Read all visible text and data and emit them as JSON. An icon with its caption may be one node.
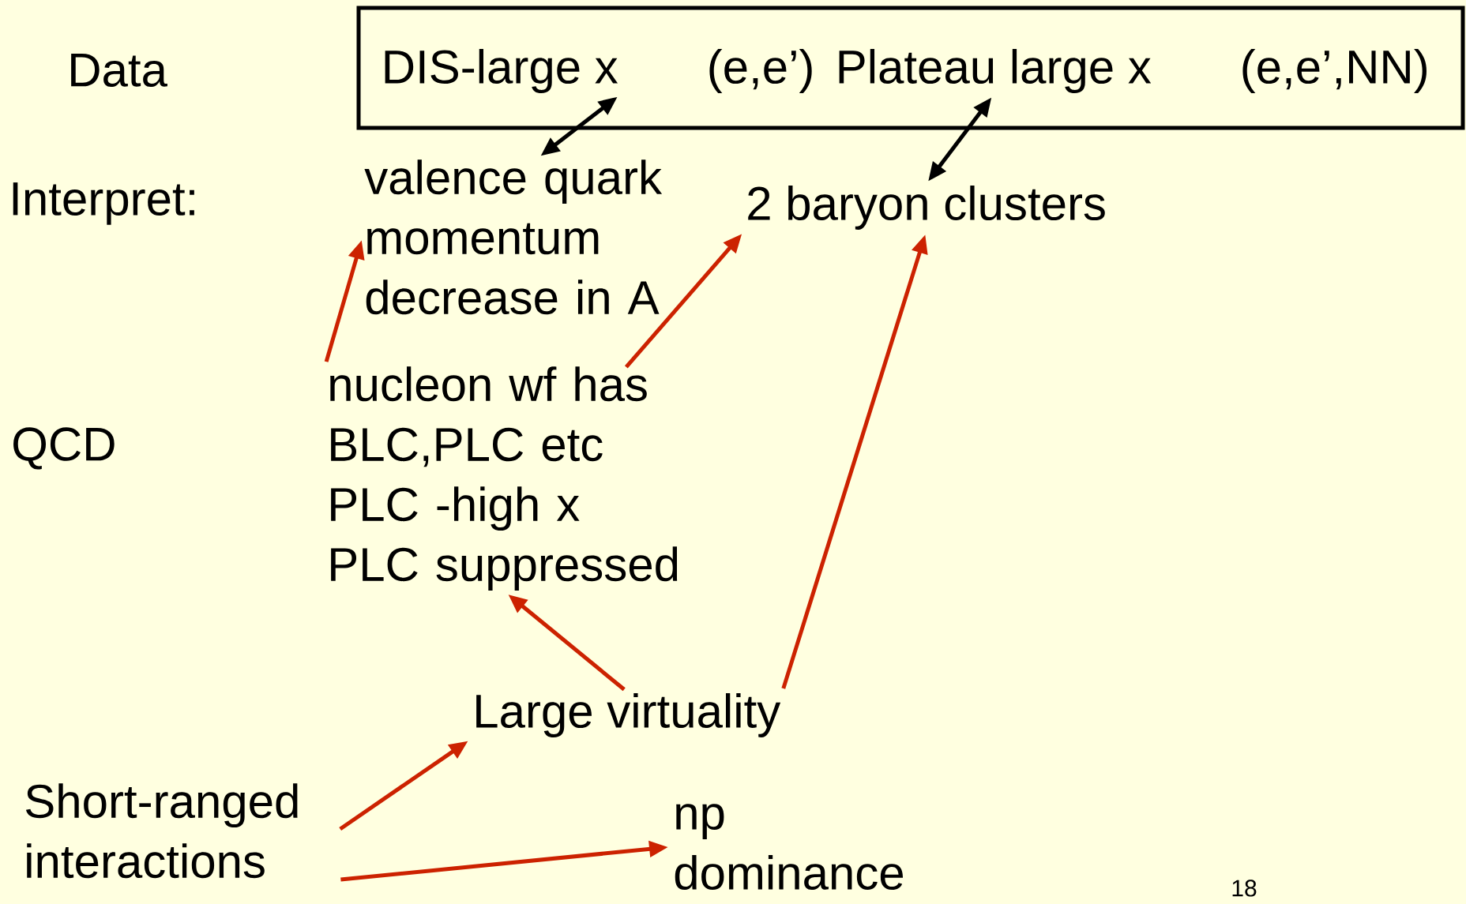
{
  "diagram": {
    "nodes": [
      {
        "text": [],
        "shape": "box"
      },
      {
        "text": [
          "DIS-large x"
        ],
        "in": 0
      },
      {
        "text": [
          "(e,e’)"
        ],
        "in": 0
      },
      {
        "text": [
          "Plateau large x"
        ],
        "in": 0
      },
      {
        "text": [
          "(e,e’,NN)"
        ],
        "in": 0
      },
      {
        "text": [
          "valence quark momentum decrease in A"
        ]
      },
      {
        "text": [
          "2 baryon clusters"
        ]
      },
      {
        "text": [
          "nucleon wf has BLC,PLC etc PLC -high x PLC suppressed"
        ]
      },
      {
        "text": [
          "Large virtuality"
        ]
      },
      {
        "text": [
          "Short-ranged interactions"
        ]
      },
      {
        "text": [
          "np dominance"
        ]
      }
    ],
    "edges": [
      {
        "from": 1,
        "to": 5,
        "arrow": "both",
        "color": "#000000"
      },
      {
        "from": 3,
        "to": 6,
        "arrow": "both",
        "color": "#000000"
      },
      {
        "from": 7,
        "to": 5,
        "arrow": "to"
      },
      {
        "from": 7,
        "to": 6,
        "arrow": "to"
      },
      {
        "from": 8,
        "to": 7,
        "arrow": "to"
      },
      {
        "from": 8,
        "to": 6,
        "arrow": "to"
      },
      {
        "from": 9,
        "to": 8,
        "arrow": "to"
      },
      {
        "from": 9,
        "to": 10,
        "arrow": "to"
      }
    ],
    "labels": [
      "Data",
      "Interpret:",
      "QCD",
      "18"
    ]
  }
}
